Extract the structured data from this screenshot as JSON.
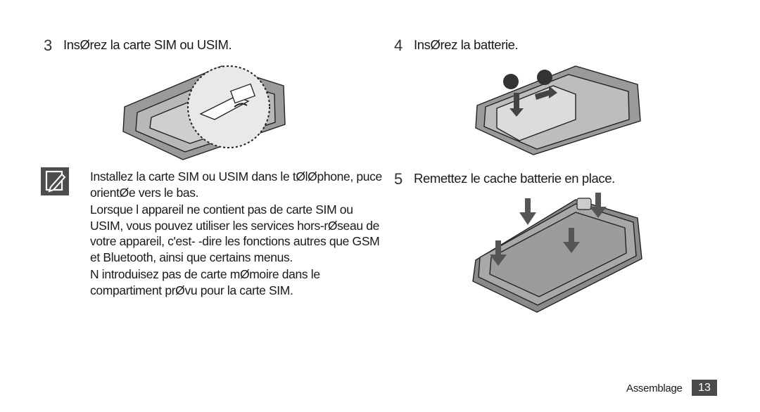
{
  "steps": {
    "s3": {
      "number": "3",
      "text": "InsØrez la carte SIM ou USIM."
    },
    "s4": {
      "number": "4",
      "text": "InsØrez la batterie."
    },
    "s5": {
      "number": "5",
      "text": "Remettez le cache batterie en place."
    }
  },
  "note": {
    "icon": "note-pencil-icon",
    "paragraphs": [
      "Installez la carte SIM ou USIM dans le tØlØphone, puce orientØe vers le bas.",
      "Lorsque l appareil ne contient pas de carte SIM ou USIM, vous pouvez utiliser les services hors-rØseau de votre appareil, c'est- -dire les fonctions autres que GSM et Bluetooth, ainsi que certains menus.",
      "N introduisez pas de carte mØmoire dans le compartiment prØvu pour la carte SIM."
    ]
  },
  "footer": {
    "section": "Assemblage",
    "page": "13"
  }
}
